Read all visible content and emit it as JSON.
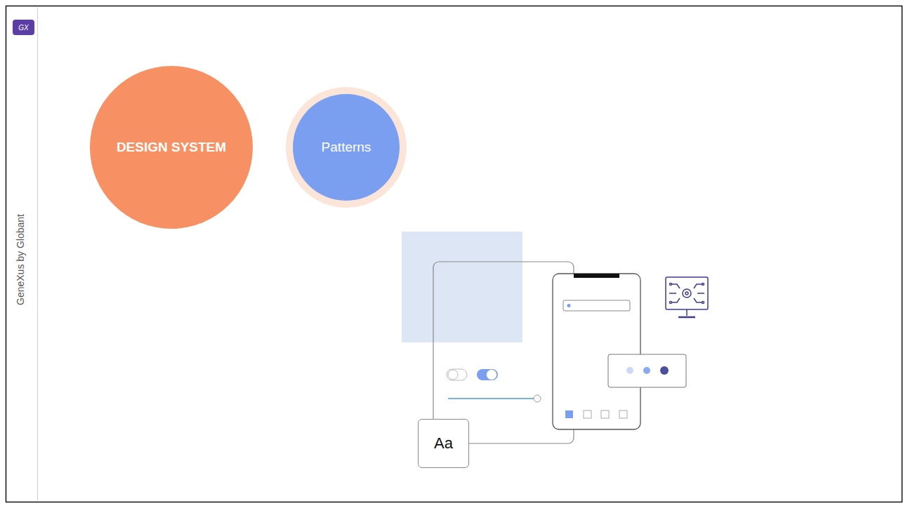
{
  "diagram": {
    "nodes": [
      {
        "text": [
          "GX"
        ]
      },
      {
        "text": [
          "DESIGN SYSTEM"
        ]
      },
      {
        "text": [
          "Patterns"
        ]
      },
      {
        "text": [
          "Aa"
        ]
      }
    ],
    "labels": [
      "GeneXus by Globant"
    ]
  }
}
